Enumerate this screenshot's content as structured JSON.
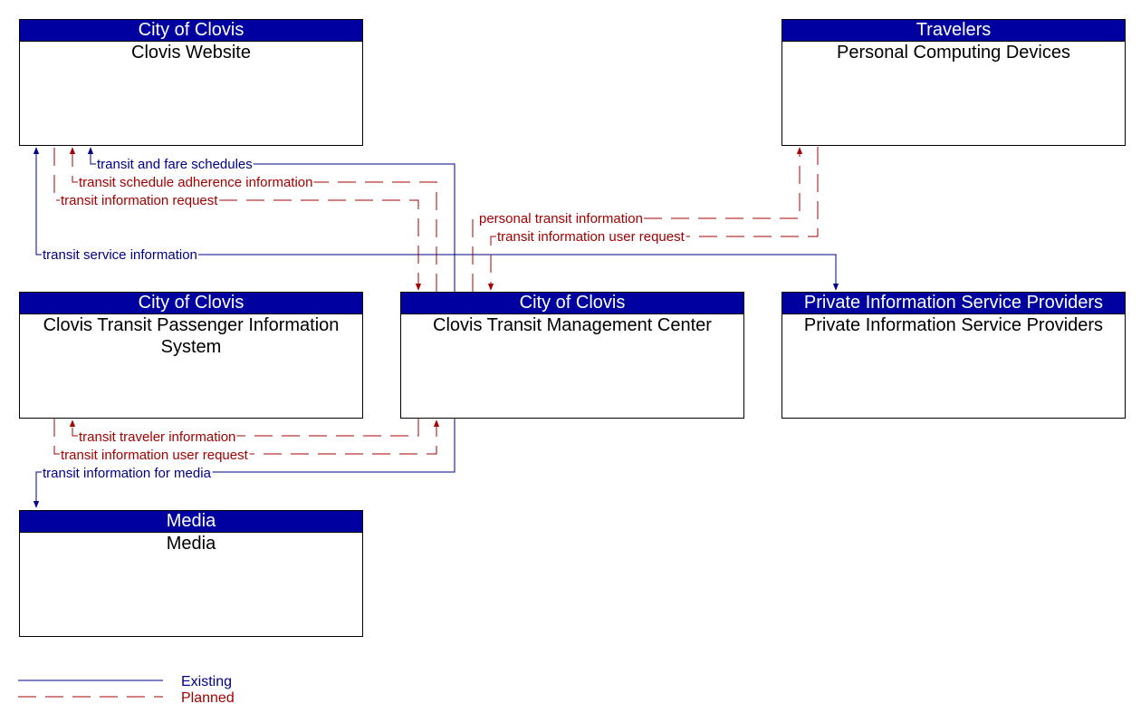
{
  "boxes": {
    "clovis_website": {
      "header": "City of Clovis",
      "title": "Clovis Website"
    },
    "personal_devices": {
      "header": "Travelers",
      "title": "Personal Computing Devices"
    },
    "passenger_info": {
      "header": "City of Clovis",
      "title": "Clovis Transit Passenger Information System"
    },
    "tmc": {
      "header": "City of Clovis",
      "title": "Clovis Transit Management Center"
    },
    "private_isp": {
      "header": "Private Information Service Providers",
      "title": "Private Information Service Providers"
    },
    "media": {
      "header": "Media",
      "title": "Media"
    }
  },
  "flows": {
    "transit_fare_schedules": "transit and fare schedules",
    "schedule_adherence": "transit schedule adherence information",
    "info_request_web": "transit information request",
    "personal_transit_info": "personal transit information",
    "user_request_personal": "transit information user request",
    "service_info": "transit service information",
    "traveler_info": "transit traveler information",
    "user_request_pis": "transit information user request",
    "info_for_media": "transit information for media"
  },
  "legend": {
    "existing": "Existing",
    "planned": "Planned"
  },
  "colors": {
    "existing": "#00008b",
    "planned": "#a50000",
    "header": "#0000a0"
  }
}
